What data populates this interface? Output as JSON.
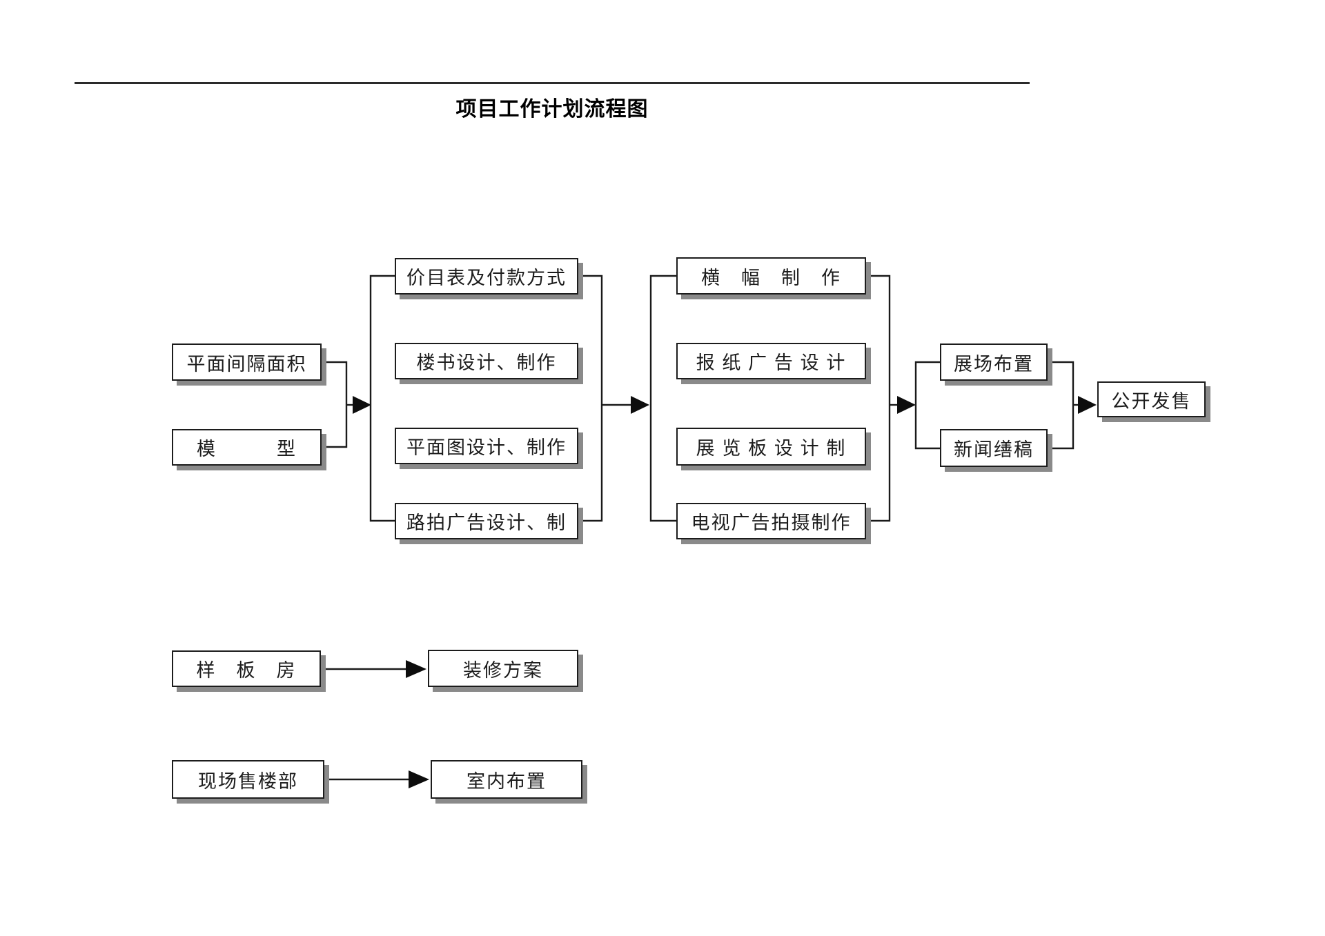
{
  "title": "项目工作计划流程图",
  "colors": {
    "background": "#ffffff",
    "line": "#1a1a1a",
    "box_border": "#1c1c1c",
    "box_shadow": "#8a8a8a",
    "text": "#1c1c1c"
  },
  "nodes": {
    "plane_area": {
      "label": "平面间隔面积"
    },
    "model": {
      "label": "模　　　型"
    },
    "price_list": {
      "label": "价目表及付款方式"
    },
    "brochure": {
      "label": "楼书设计、制作"
    },
    "floor_plan": {
      "label": "平面图设计、制作"
    },
    "road_ad": {
      "label": "路拍广告设计、制"
    },
    "banner": {
      "label": "横　幅　制　作"
    },
    "newspaper_ad": {
      "label": "报 纸 广 告 设 计"
    },
    "display_board": {
      "label": "展 览 板 设 计 制"
    },
    "tv_ad": {
      "label": "电视广告拍摄制作"
    },
    "venue_setup": {
      "label": "展场布置"
    },
    "press_release": {
      "label": "新闻缮稿"
    },
    "public_sale": {
      "label": "公开发售"
    },
    "sample_room": {
      "label": "样　板　房"
    },
    "decoration_plan": {
      "label": "装修方案"
    },
    "sales_office": {
      "label": "现场售楼部"
    },
    "interior_layout": {
      "label": "室内布置"
    }
  },
  "edges": [
    {
      "from": [
        "plane_area",
        "model"
      ],
      "to": [
        "price_list",
        "brochure",
        "floor_plan",
        "road_ad"
      ]
    },
    {
      "from": [
        "price_list",
        "brochure",
        "floor_plan",
        "road_ad"
      ],
      "to": [
        "banner",
        "newspaper_ad",
        "display_board",
        "tv_ad"
      ]
    },
    {
      "from": [
        "banner",
        "newspaper_ad",
        "display_board",
        "tv_ad"
      ],
      "to": [
        "venue_setup",
        "press_release"
      ]
    },
    {
      "from": [
        "venue_setup",
        "press_release"
      ],
      "to": [
        "public_sale"
      ]
    },
    {
      "from": [
        "sample_room"
      ],
      "to": [
        "decoration_plan"
      ]
    },
    {
      "from": [
        "sales_office"
      ],
      "to": [
        "interior_layout"
      ]
    }
  ]
}
